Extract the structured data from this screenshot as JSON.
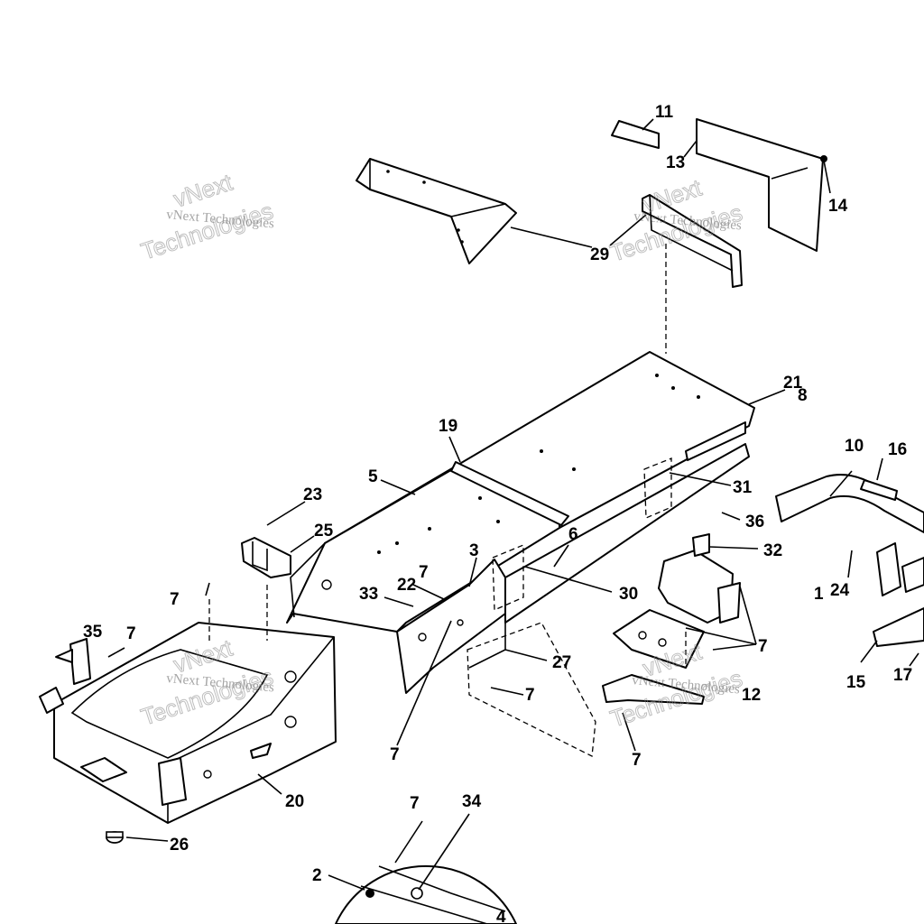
{
  "callouts": {
    "c1": "1",
    "c2": "2",
    "c3": "3",
    "c4": "4",
    "c5": "5",
    "c6": "6",
    "c7": "7",
    "c8": "8",
    "c10": "10",
    "c11": "11",
    "c12": "12",
    "c13": "13",
    "c14": "14",
    "c15": "15",
    "c16": "16",
    "c17": "17",
    "c19": "19",
    "c20": "20",
    "c21": "21",
    "c22": "22",
    "c23": "23",
    "c24": "24",
    "c25": "25",
    "c26": "26",
    "c27": "27",
    "c29": "29",
    "c30": "30",
    "c31": "31",
    "c32": "32",
    "c33": "33",
    "c34": "34",
    "c35": "35",
    "c36": "36"
  },
  "watermark": {
    "brand_line": "vNext Technologies",
    "word1": "vNext",
    "word2": "Technologies"
  },
  "colors": {
    "ink": "#000000",
    "paper": "#ffffff",
    "watermark": "#8a8a8a"
  }
}
